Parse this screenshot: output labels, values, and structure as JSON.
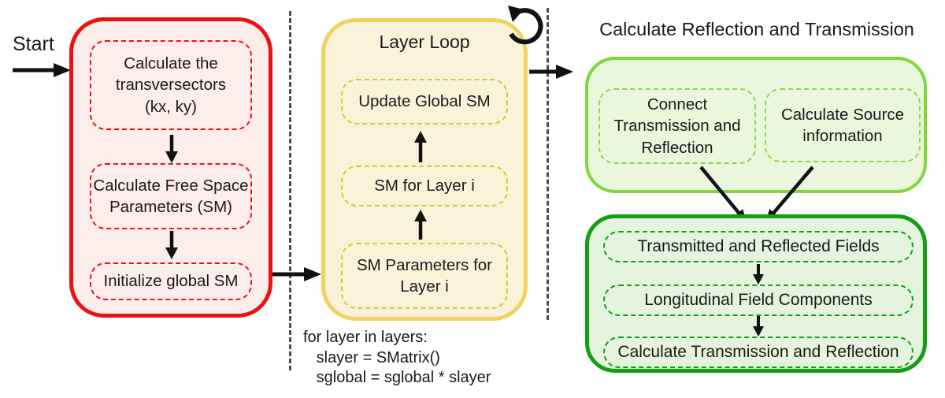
{
  "start_label": "Start",
  "colors": {
    "red_border": "#ee1111",
    "red_fill": "#fdeeec",
    "yellow_border": "#f0d35e",
    "yellow_fill": "#faf3da",
    "yellow_dash": "#c9cf3f",
    "lightgreen_border": "#7fd73c",
    "lightgreen_fill": "#ebf7dc",
    "lightgreen_dash": "#8bd84f",
    "darkgreen_border": "#12a012",
    "darkgreen_fill": "#e4f4de",
    "arrow": "#111111",
    "separator": "#4d4d4d"
  },
  "left_panel": {
    "steps": [
      "Calculate the\ntransversectors\n(kx, ky)",
      "Calculate Free Space\nParameters (SM)",
      "Initialize global SM"
    ]
  },
  "layer_loop_panel": {
    "title": "Layer Loop",
    "steps": [
      "Update Global SM",
      "SM for Layer i",
      "SM Parameters for\nLayer i"
    ],
    "code": "for layer in layers:\n   slayer = SMatrix()\n   sglobal = sglobal * slayer"
  },
  "right_section": {
    "title": "Calculate Reflection and Transmission",
    "top_boxes": [
      "Connect\nTransmission and\nReflection",
      "Calculate Source\ninformation"
    ],
    "bottom_boxes": [
      "Transmitted and Reflected Fields",
      "Longitudinal Field Components",
      "Calculate Transmission and Reflection"
    ]
  }
}
